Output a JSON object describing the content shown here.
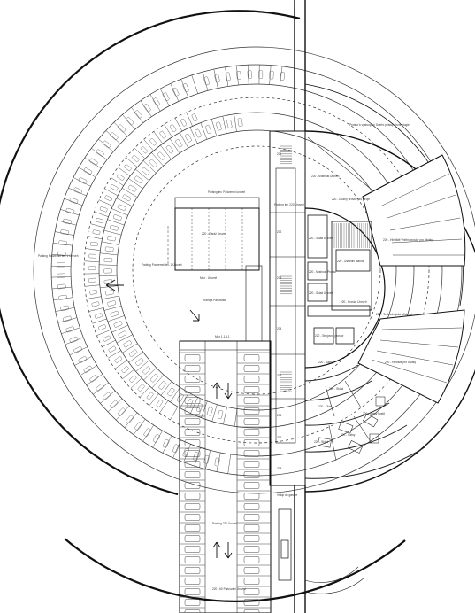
{
  "labels": {
    "parking_west": "Parking Podzemní lev. 1 Úroveň",
    "parking_center": "Parking Podzemní lev. 1 Úroveň",
    "parking_north": "Parking lev. Podzemní úroveň",
    "room_220": "220 - Garáž Úroveň",
    "east_top": "Prostor k vystoupení Dveřní přístup Technologie",
    "d220_1": "220 - Místnost Úroveň",
    "d220_2": "220 - Úložný prostor pro stroje",
    "d220_3": "220 - Sklad Úroveň",
    "d220_4": "220 - Místnost Prostor",
    "d220_5": "220 - Ústřední stanice",
    "d220_6": "220 - Sklad Úroveň",
    "d220_7": "220 - Prostor Úroveň",
    "d220_8": "220 - Strojovna prostor",
    "tech_room": "220 - Technologická Místnost",
    "seats_upper": "220 - Hlediště Vnitřní prostor pro diváky",
    "seats_lower": "220 - Hlediště pro diváky",
    "south_rooms": [
      "220 - Šatny",
      "220 - Sklad",
      "220 - Úklid",
      "220 - Šatny hostů",
      "220 - Sklad",
      "220 - Šatny"
    ],
    "corridor": "Parking lev. 220 Úroveň",
    "ramp": "Rampa Parkoviště",
    "mid_text": "Mez - Úrovně",
    "gate": "Mez 1.1.1.1",
    "south_label": "Parking 220 Úroveň",
    "bottom_label": "220 - 60 Parkování Úroveň",
    "right_col": "Vstup do garáže",
    "small_tags": [
      "201",
      "202",
      "203",
      "204",
      "205",
      "206",
      "207",
      "208"
    ]
  }
}
